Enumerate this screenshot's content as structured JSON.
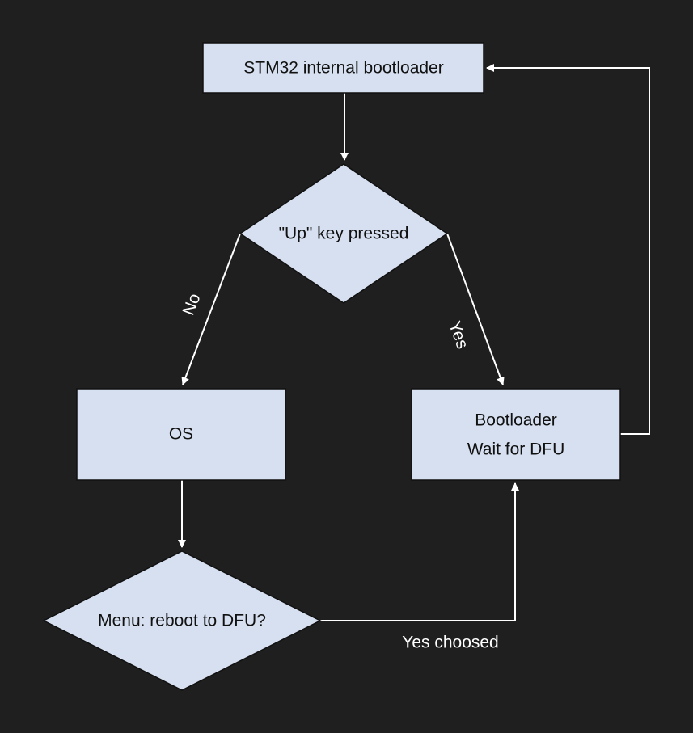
{
  "colors": {
    "background": "#1f1f1f",
    "node_fill": "#d6e0f0",
    "node_stroke": "#111111",
    "edge": "#ffffff",
    "node_text": "#111111",
    "label_text": "#ffffff"
  },
  "nodes": {
    "bootloader_start": {
      "shape": "rectangle",
      "label": "STM32 internal bootloader"
    },
    "up_key_decision": {
      "shape": "diamond",
      "label": "\"Up\" key pressed"
    },
    "os": {
      "shape": "rectangle",
      "label": "OS"
    },
    "bootloader_dfu": {
      "shape": "rectangle",
      "label_line1": "Bootloader",
      "label_line2": "Wait for DFU"
    },
    "menu_decision": {
      "shape": "diamond",
      "label": "Menu: reboot to DFU?"
    }
  },
  "edges": [
    {
      "from": "bootloader_start",
      "to": "up_key_decision",
      "label": ""
    },
    {
      "from": "up_key_decision",
      "to": "os",
      "label": "No"
    },
    {
      "from": "up_key_decision",
      "to": "bootloader_dfu",
      "label": "Yes"
    },
    {
      "from": "os",
      "to": "menu_decision",
      "label": ""
    },
    {
      "from": "menu_decision",
      "to": "bootloader_dfu",
      "label": "Yes choosed"
    },
    {
      "from": "bootloader_dfu",
      "to": "bootloader_start",
      "label": ""
    }
  ]
}
